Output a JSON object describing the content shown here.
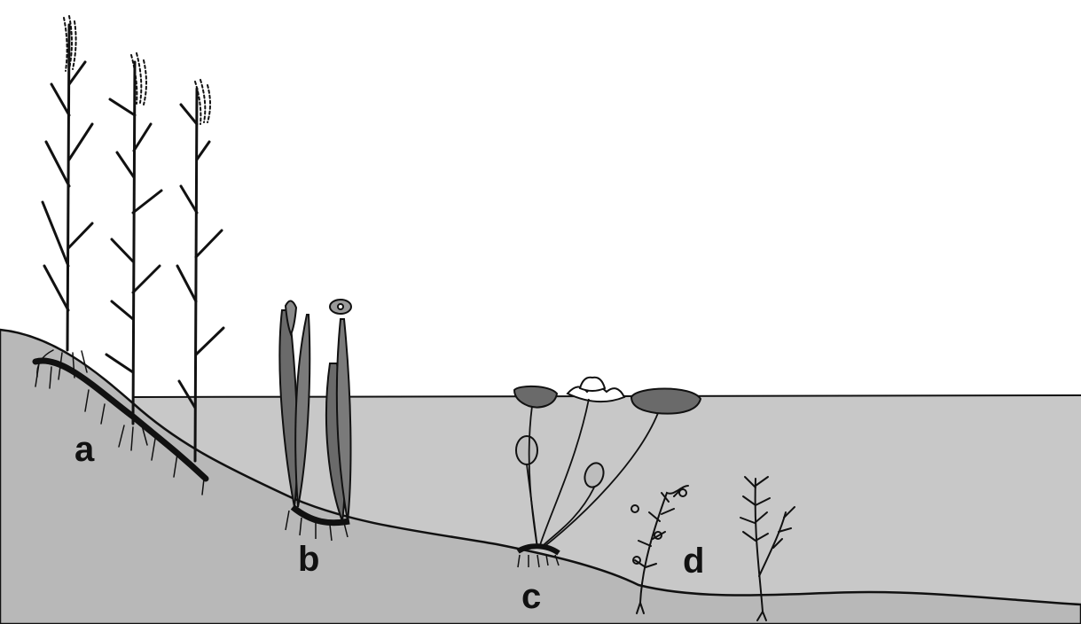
{
  "diagram": {
    "labels": [
      {
        "id": "a",
        "text": "a"
      },
      {
        "id": "b",
        "text": "b"
      },
      {
        "id": "c",
        "text": "c"
      },
      {
        "id": "d",
        "text": "d"
      }
    ]
  },
  "colors": {
    "water": "#c8c8c8",
    "sediment": "#b8b8b8",
    "background": "#ffffff",
    "leaf_dark": "#6a6a6a",
    "leaf_mid": "#8a8a8a",
    "ink": "#111111"
  }
}
